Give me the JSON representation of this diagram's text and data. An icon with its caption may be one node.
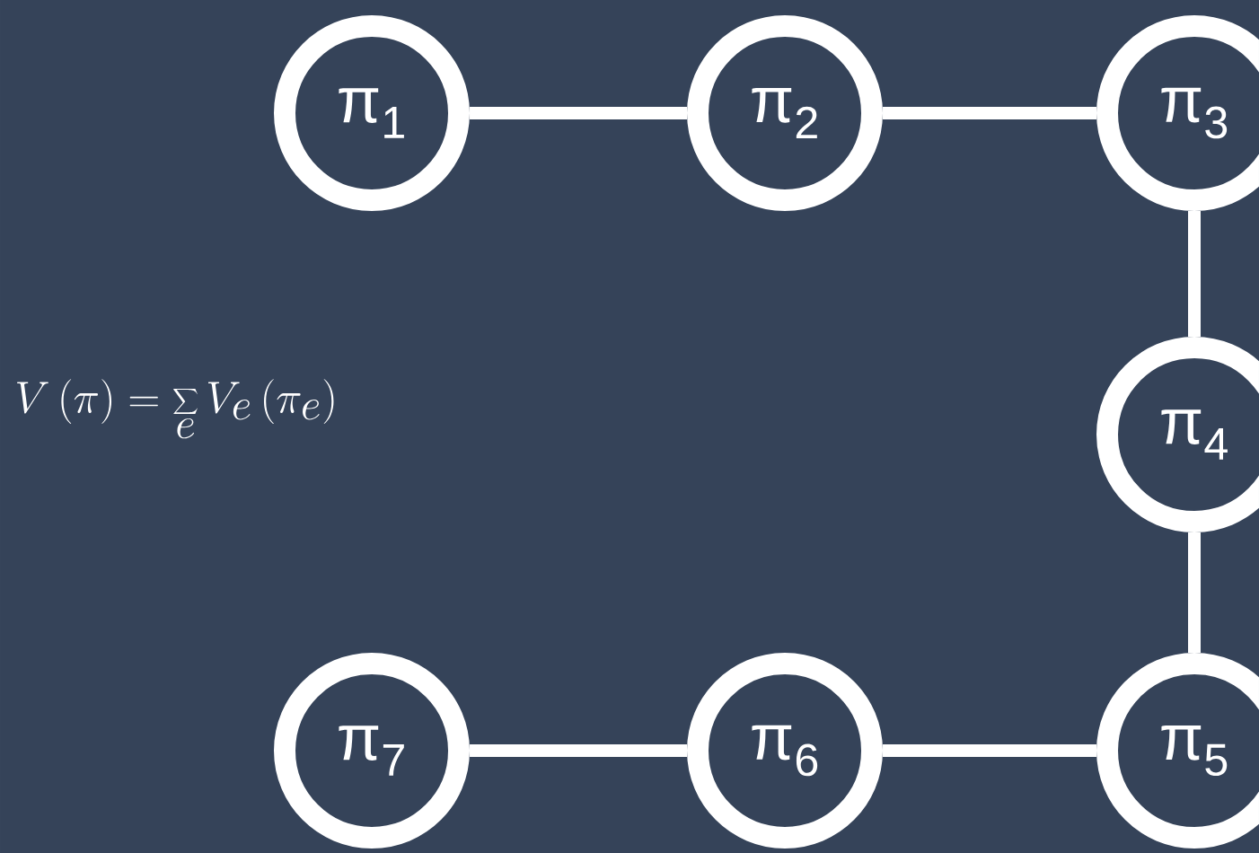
{
  "diagram": {
    "nodes": [
      {
        "text": [
          "π$_{1}$"
        ]
      },
      {
        "text": [
          "π$_{2}$"
        ]
      },
      {
        "text": [
          "π$_{3}$"
        ]
      },
      {
        "text": [
          "π$_{4}$"
        ]
      },
      {
        "text": [
          "π$_{5}$"
        ]
      },
      {
        "text": [
          "π$_{6}$"
        ]
      },
      {
        "text": [
          "π$_{7}$"
        ]
      }
    ],
    "edges": [
      {
        "from": 0,
        "to": 1,
        "arrow": "none"
      },
      {
        "from": 1,
        "to": 2,
        "arrow": "none"
      },
      {
        "from": 2,
        "to": 3,
        "arrow": "none"
      },
      {
        "from": 3,
        "to": 4,
        "arrow": "none"
      },
      {
        "from": 4,
        "to": 5,
        "arrow": "none"
      },
      {
        "from": 5,
        "to": 6,
        "arrow": "none"
      }
    ],
    "labels": [
      "V\\left(\\pi\\right)=\\sum_{e} V_{e}\\left(\\pi_{e}\\right)"
    ]
  }
}
